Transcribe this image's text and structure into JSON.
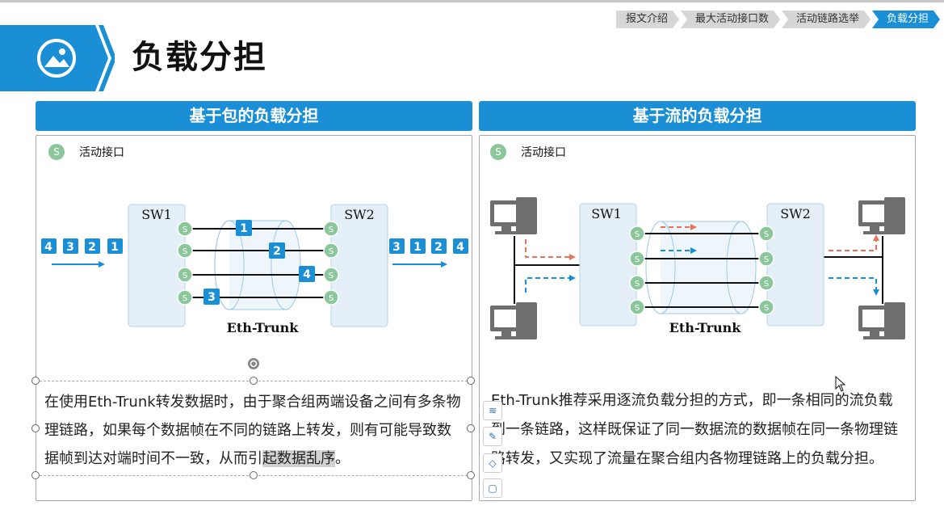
{
  "breadcrumb": {
    "items": [
      "报文介绍",
      "最大活动接口数",
      "活动链路选举",
      "负载分担"
    ],
    "active_index": 3
  },
  "page": {
    "title": "负载分担"
  },
  "left_panel": {
    "header": "基于包的负载分担",
    "legend_symbol": "S",
    "legend_label": "活动接口",
    "sw1": "SW1",
    "sw2": "SW2",
    "trunk_label": "Eth-Trunk",
    "port_symbol": "S",
    "incoming_packets": [
      "4",
      "3",
      "2",
      "1"
    ],
    "link_packets": [
      "1",
      "2",
      "4",
      "3"
    ],
    "outgoing_packets": [
      "3",
      "1",
      "2",
      "4"
    ],
    "description_plain": "在使用Eth-Trunk转发数据时，由于聚合组两端设备之间有多条物理链路，如果每个数据帧在不同的链路上转发，则有可能导致数据帧到达对端时间不一致，从而引",
    "description_highlight": "起数据乱序",
    "description_end": "。"
  },
  "right_panel": {
    "header": "基于流的负载分担",
    "legend_symbol": "S",
    "legend_label": "活动接口",
    "sw1": "SW1",
    "sw2": "SW2",
    "trunk_label": "Eth-Trunk",
    "port_symbol": "S",
    "description": "Eth-Trunk推荐采用逐流负载分担的方式，即一条相同的流负载到一条链路，这样既保证了同一数据流的数据帧在同一条物理链路转发，又实现了流量在聚合组内各物理链路上的负载分担。"
  },
  "colors": {
    "accent": "#1a8fd6",
    "port_green": "#8bc79a",
    "flow_red": "#e8735a",
    "flow_blue": "#1a8fd6"
  }
}
